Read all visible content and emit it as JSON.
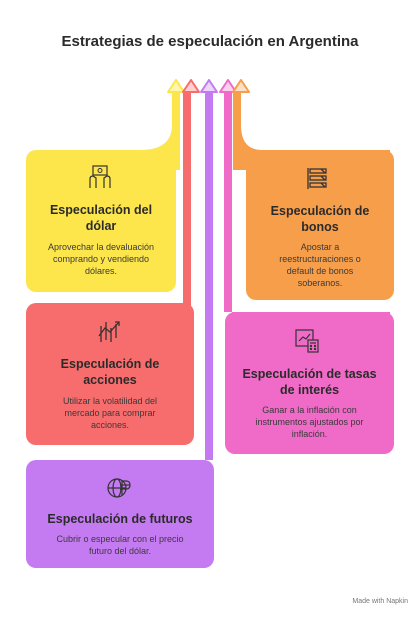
{
  "title": "Estrategias de especulación en Argentina",
  "cards": [
    {
      "key": "dolar",
      "heading_lines": [
        "Especulación del",
        "dólar"
      ],
      "desc_lines": [
        "Aprovechar la devaluación",
        "comprando y vendiendo",
        "dólares."
      ],
      "icon": "money-hands-icon",
      "color": "#fce64c"
    },
    {
      "key": "bonos",
      "heading_lines": [
        "Especulación de",
        "bonos"
      ],
      "desc_lines": [
        "Apostar a",
        "reestructuraciones o",
        "default de bonos",
        "soberanos."
      ],
      "icon": "bond-stack-icon",
      "color": "#f79e4b"
    },
    {
      "key": "acciones",
      "heading_lines": [
        "Especulación de",
        "acciones"
      ],
      "desc_lines": [
        "Utilizar la volatilidad del",
        "mercado para comprar",
        "acciones."
      ],
      "icon": "volatility-chart-icon",
      "color": "#f76c6c"
    },
    {
      "key": "tasas",
      "heading_lines": [
        "Especulación de tasas",
        "de interés"
      ],
      "desc_lines": [
        "Ganar a la inflación con",
        "instrumentos ajustados por",
        "inflación."
      ],
      "icon": "interest-calculator-icon",
      "color": "#f06ac8"
    },
    {
      "key": "futuros",
      "heading_lines": [
        "Especulación de futuros"
      ],
      "desc_lines": [
        "Cubrir o especular con el precio",
        "futuro del dólar."
      ],
      "icon": "globe-peso-icon",
      "color": "#c47af0"
    }
  ],
  "footer": "Made with  Napkin"
}
